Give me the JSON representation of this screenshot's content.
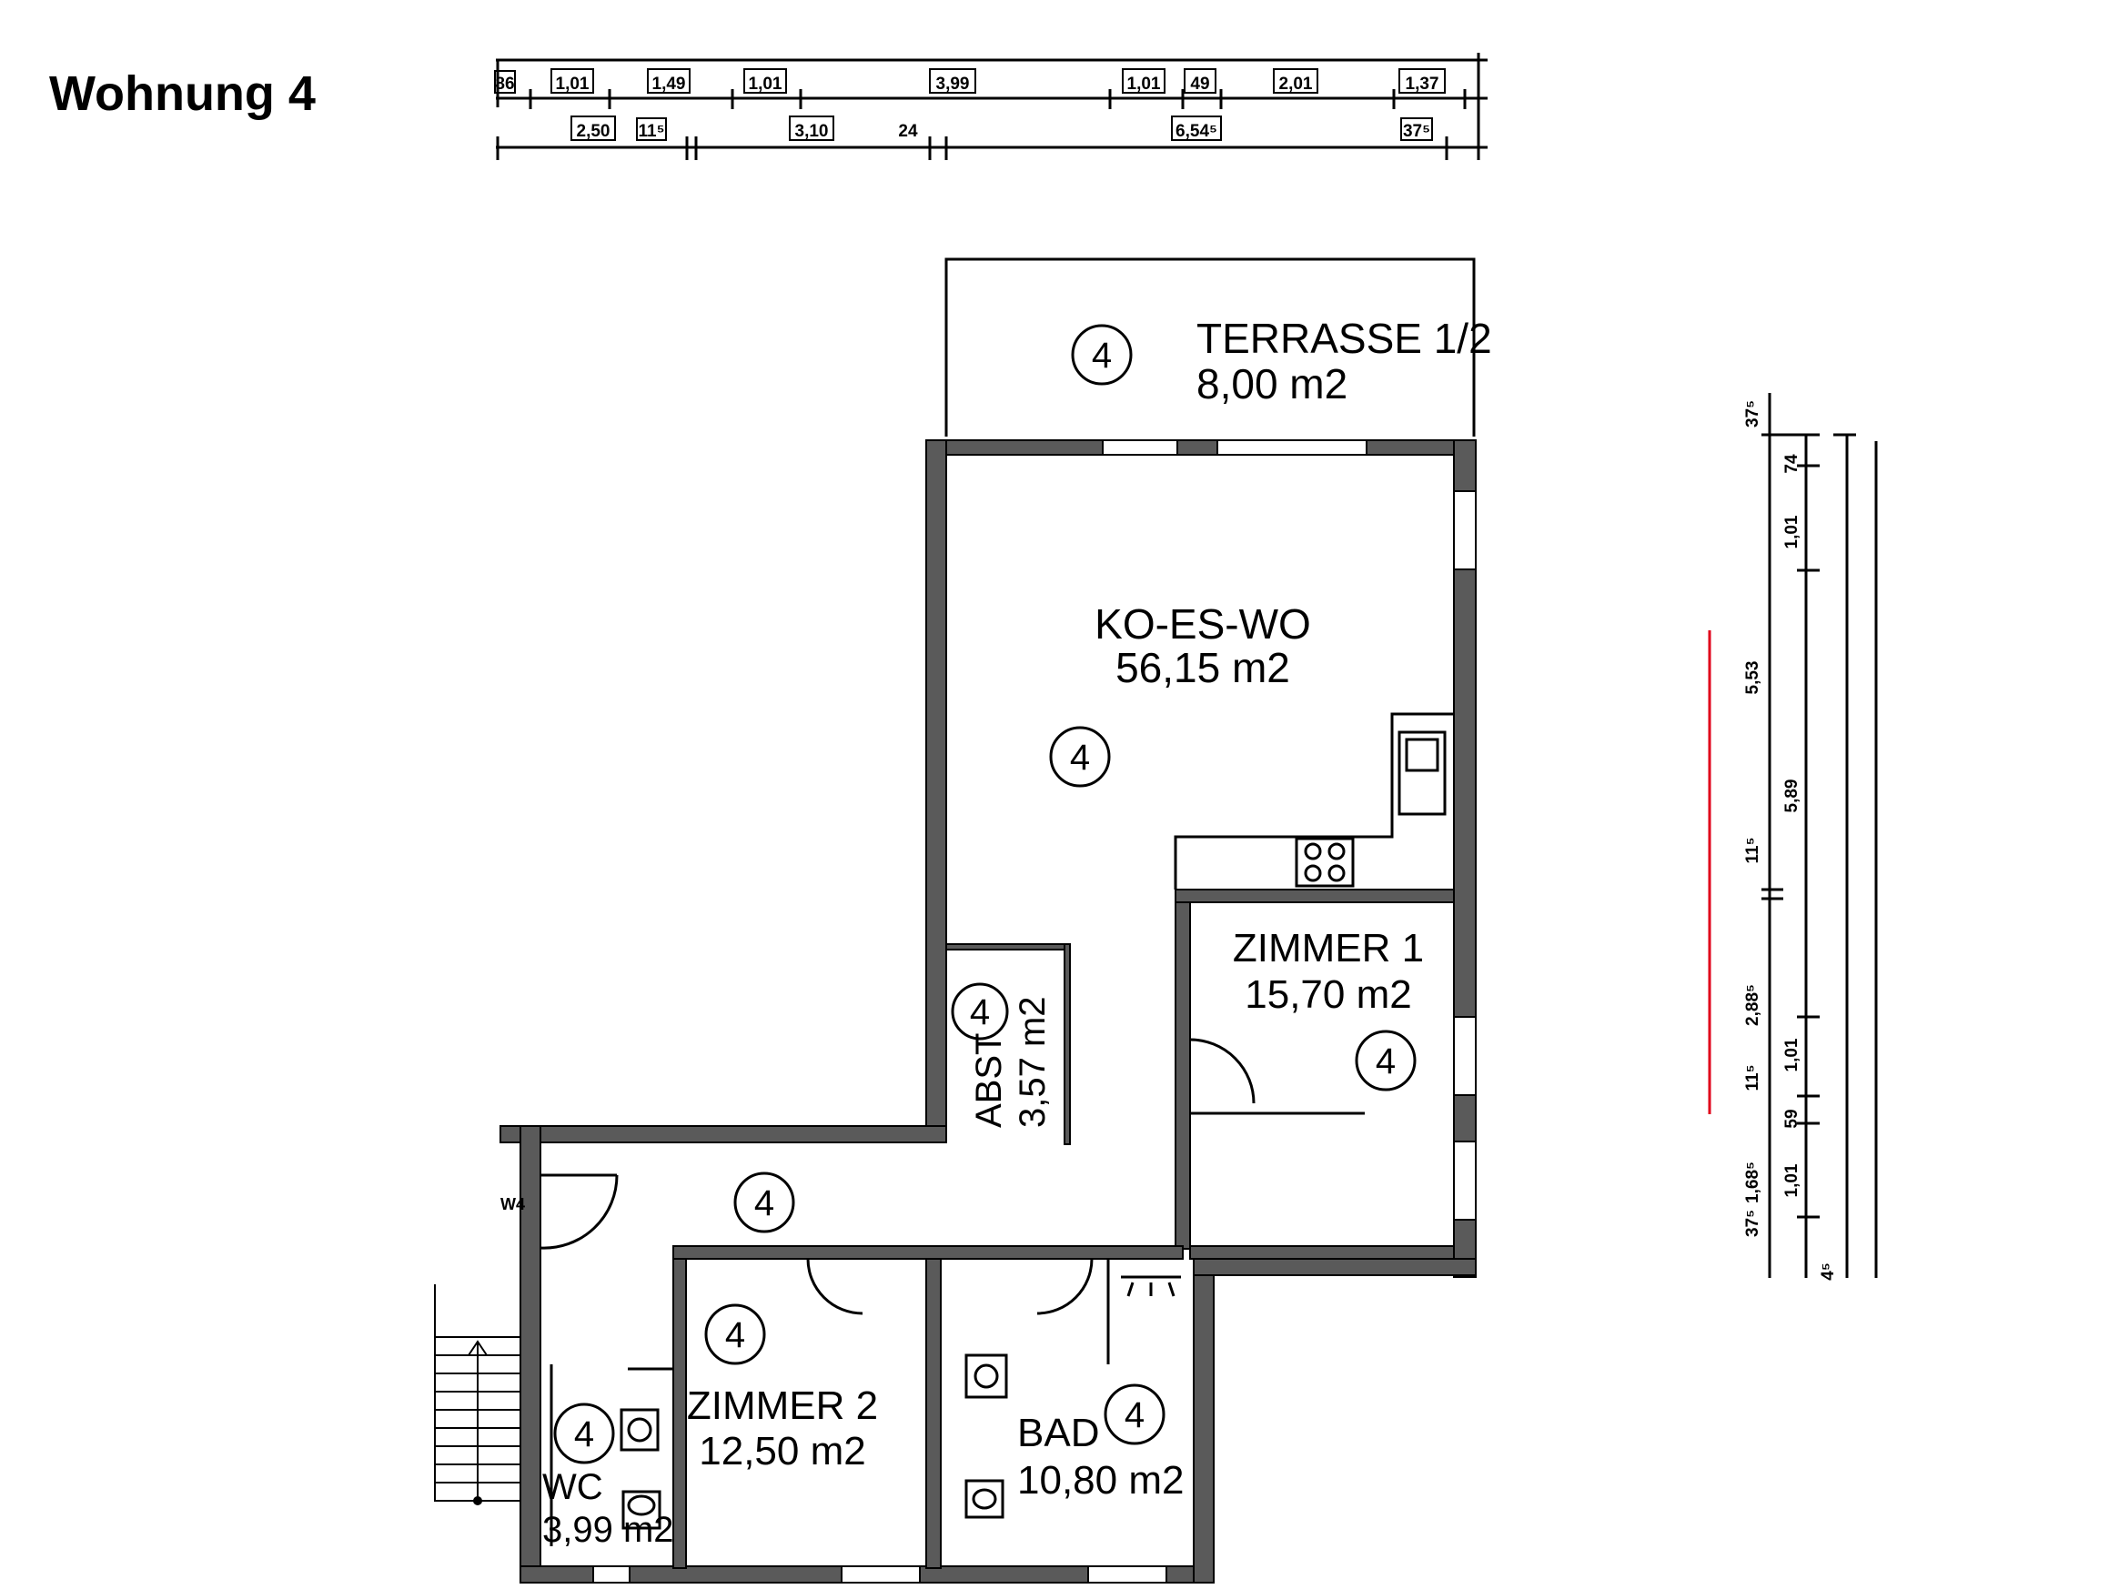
{
  "title": "Wohnung 4",
  "unit_number": "4",
  "rooms": {
    "terrasse": {
      "name": "TERRASSE 1/2",
      "area": "8,00 m2"
    },
    "koeswo": {
      "name": "KO-ES-WO",
      "area": "56,15 m2"
    },
    "zimmer1": {
      "name": "ZIMMER 1",
      "area": "15,70 m2"
    },
    "abst": {
      "name": "ABST",
      "area": "3,57 m2"
    },
    "zimmer2": {
      "name": "ZIMMER 2",
      "area": "12,50 m2"
    },
    "bad": {
      "name": "BAD",
      "area": "10,80 m2"
    },
    "wc": {
      "name": "WC",
      "area": "3,99 m2"
    }
  },
  "entrance_label": "W4",
  "dimensions_top_row1": [
    "86",
    "1,01",
    "1,49",
    "1,01",
    "3,99",
    "1,01",
    "49",
    "2,01",
    "1,37"
  ],
  "dimensions_top_row2": [
    "2,50",
    "11⁵",
    "3,10",
    "24",
    "6,54⁵",
    "37⁵"
  ],
  "dimensions_right_col1": [
    "37⁵",
    "74",
    "1,01",
    "5,53",
    "5,89",
    "11⁵",
    "2,88⁵",
    "1,01",
    "11⁵",
    "59",
    "1,01",
    "37⁵",
    "1,68⁵",
    "4⁵"
  ],
  "colors": {
    "wall": "#5a5a5a",
    "line": "#000000",
    "accent": "#e0001a"
  }
}
